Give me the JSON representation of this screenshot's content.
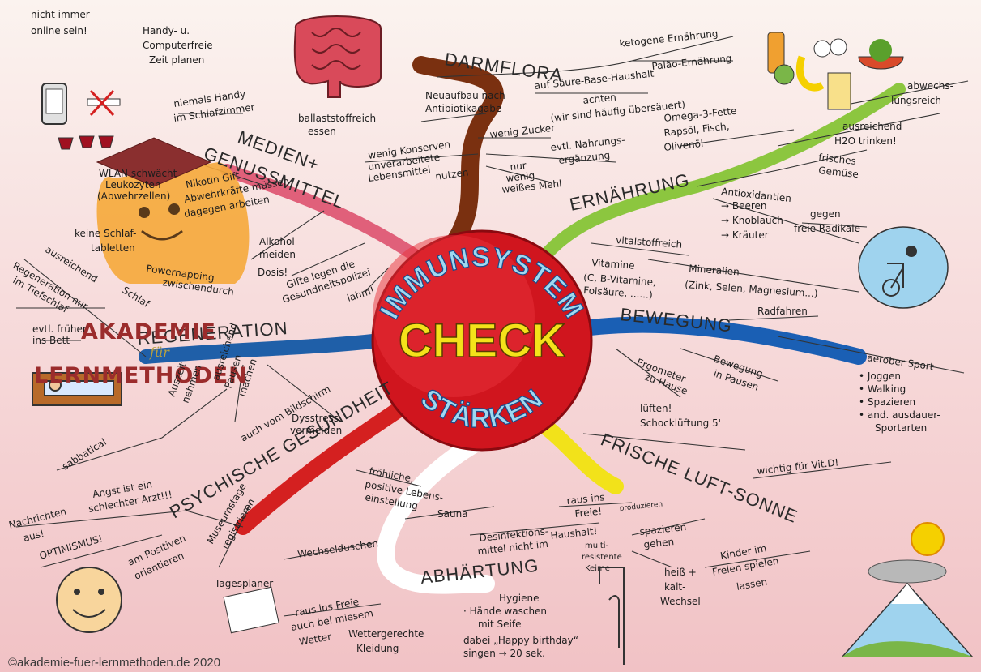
{
  "center": {
    "top": "IMMUNSYSTEM",
    "middle": "CHECK",
    "bottom": "STÄRKEN"
  },
  "logo": {
    "line1": "AKADEMIE",
    "line2": "für",
    "line3": "LERNMETHODEN"
  },
  "copyright": "©akademie-fuer-lernmethoden.de 2020",
  "colors": {
    "darm": "#7a3010",
    "ern": "#8cc63f",
    "beweg": "#1a5fb4",
    "frisch": "#f2e21a",
    "abh": "#ffffff",
    "psych": "#d42020",
    "reg": "#1f5fa8",
    "medien": "#e0607a"
  },
  "branches": {
    "darm": "DARMFLORA",
    "ern": "ERNÄHRUNG",
    "beweg": "BEWEGUNG",
    "frisch": "FRISCHE LUFT-SONNE",
    "abh": "ABHÄRTUNG",
    "psych": "PSYCHISCHE GESUNDHEIT",
    "reg": "REGENERATION",
    "medien1": "MEDIEN+",
    "medien2": "GENUSSMITTEL"
  },
  "notes": {
    "n1": "nicht immer",
    "n2": "online sein!",
    "n3": "Handy- u.",
    "n4": "Computerfreie",
    "n5": "Zeit planen",
    "n6": "niemals Handy",
    "n7": "im Schlafzimmer",
    "n8": "WLAN schwächt",
    "n9": "Leukozyten",
    "n10": "(Abwehrzellen)",
    "n11": "Nikotin Gift",
    "n12": "Abwehrkräfte müssen",
    "n13": "dagegen arbeiten",
    "n14": "Alkohol",
    "n15": "meiden",
    "n16": "Dosis!",
    "n17": "Gifte legen die",
    "n18": "Gesundheitspolizei",
    "n19": "lahm!",
    "n20": "keine Schlaf-",
    "n21": "tabletten",
    "n22": "Powernapping",
    "n23": "zwischendurch",
    "n24": "ausreichend",
    "n25": "Schlaf",
    "n26": "Regeneration nur",
    "n27": "im Tiefschlaf",
    "n28": "evtl. früher",
    "n29": "ins Bett",
    "n30": "Auszeit",
    "n31": "nehmen",
    "n32": "ausreichend",
    "n33": "Pausen",
    "n34": "machen",
    "n35": "auch vom Bildschirm",
    "n36": "Dysstress",
    "n37": "vermeiden",
    "n38": "sabbatical",
    "n39": "ballaststoffreich",
    "n40": "essen",
    "n41": "Neuaufbau nach",
    "n42": "Antibiotikagabe",
    "n43": "wenig Konserven",
    "n44": "unverarbeitete",
    "n45": "Lebensmittel",
    "n46": "nutzen",
    "n47": "ketogene Ernährung",
    "n48": "Paläo-Ernährung",
    "n49": "auf Säure-Base-Haushalt",
    "n50": "achten",
    "n51": "(wir sind häufig übersäuert)",
    "n52": "wenig Zucker",
    "n53": "evtl. Nahrungs-",
    "n54": "ergänzung",
    "n55": "nur",
    "n56": "wenig",
    "n57": "weißes Mehl",
    "n58": "Omega-3-Fette",
    "n59": "Rapsöl, Fisch,",
    "n60": "Olivenöl",
    "n61": "abwechs-",
    "n62": "lungsreich",
    "n63": "ausreichend",
    "n64": "H2O trinken!",
    "n65": "frisches",
    "n66": "Gemüse",
    "n67": "Antioxidantien",
    "n68": "→ Beeren",
    "n69": "→ Knoblauch",
    "n70": "→ Kräuter",
    "n71": "gegen",
    "n72": "freie Radikale",
    "n73": "vitalstoffreich",
    "n74": "Vitamine",
    "n75": "(C, B-Vitamine,",
    "n76": "Folsäure, ......)",
    "n77": "Mineralien",
    "n78": "(Zink, Selen, Magnesium...)",
    "n79": "Radfahren",
    "n80": "aerober Sport",
    "n81": "• Joggen",
    "n82": "• Walking",
    "n83": "• Spazieren",
    "n84": "• and. ausdauer-",
    "n85": "Sportarten",
    "n86": "Ergometer",
    "n87": "zu Hause",
    "n88": "Bewegung",
    "n89": "in Pausen",
    "n90": "lüften!",
    "n91": "Schocklüftung 5'",
    "n92": "wichtig für Vit.D!",
    "n93": "raus ins",
    "n94": "Freie!",
    "n95": "produzieren",
    "n96": "spazieren",
    "n97": "gehen",
    "n98": "Kinder im",
    "n99": "Freien spielen",
    "n100": "lassen",
    "n101": "heiß +",
    "n102": "kalt-",
    "n103": "Wechsel",
    "n104": "Desinfektions-",
    "n105": "mittel nicht im",
    "n106": "Haushalt!",
    "n107": "multi-",
    "n108": "resistente",
    "n109": "Keime",
    "n110": "Sauna",
    "n111": "Hygiene",
    "n112": "· Hände waschen",
    "n113": "mit Seife",
    "n114": "dabei „Happy birthday“",
    "n115": "singen → 20 sek.",
    "n116": "Wechselduschen",
    "n117": "Museumstage",
    "n118": "registrieren",
    "n119": "Tagesplaner",
    "n120": "raus ins Freie",
    "n121": "auch bei miesem",
    "n122": "Wetter",
    "n123": "Wettergerechte",
    "n124": "Kleidung",
    "n125": "fröhliche,",
    "n126": "positive Lebens-",
    "n127": "einstellung",
    "n128": "Angst ist ein",
    "n129": "schlechter Arzt!!!",
    "n130": "Nachrichten",
    "n131": "aus!",
    "n132": "OPTIMISMUS!",
    "n133": "am Positiven",
    "n134": "orientieren"
  }
}
